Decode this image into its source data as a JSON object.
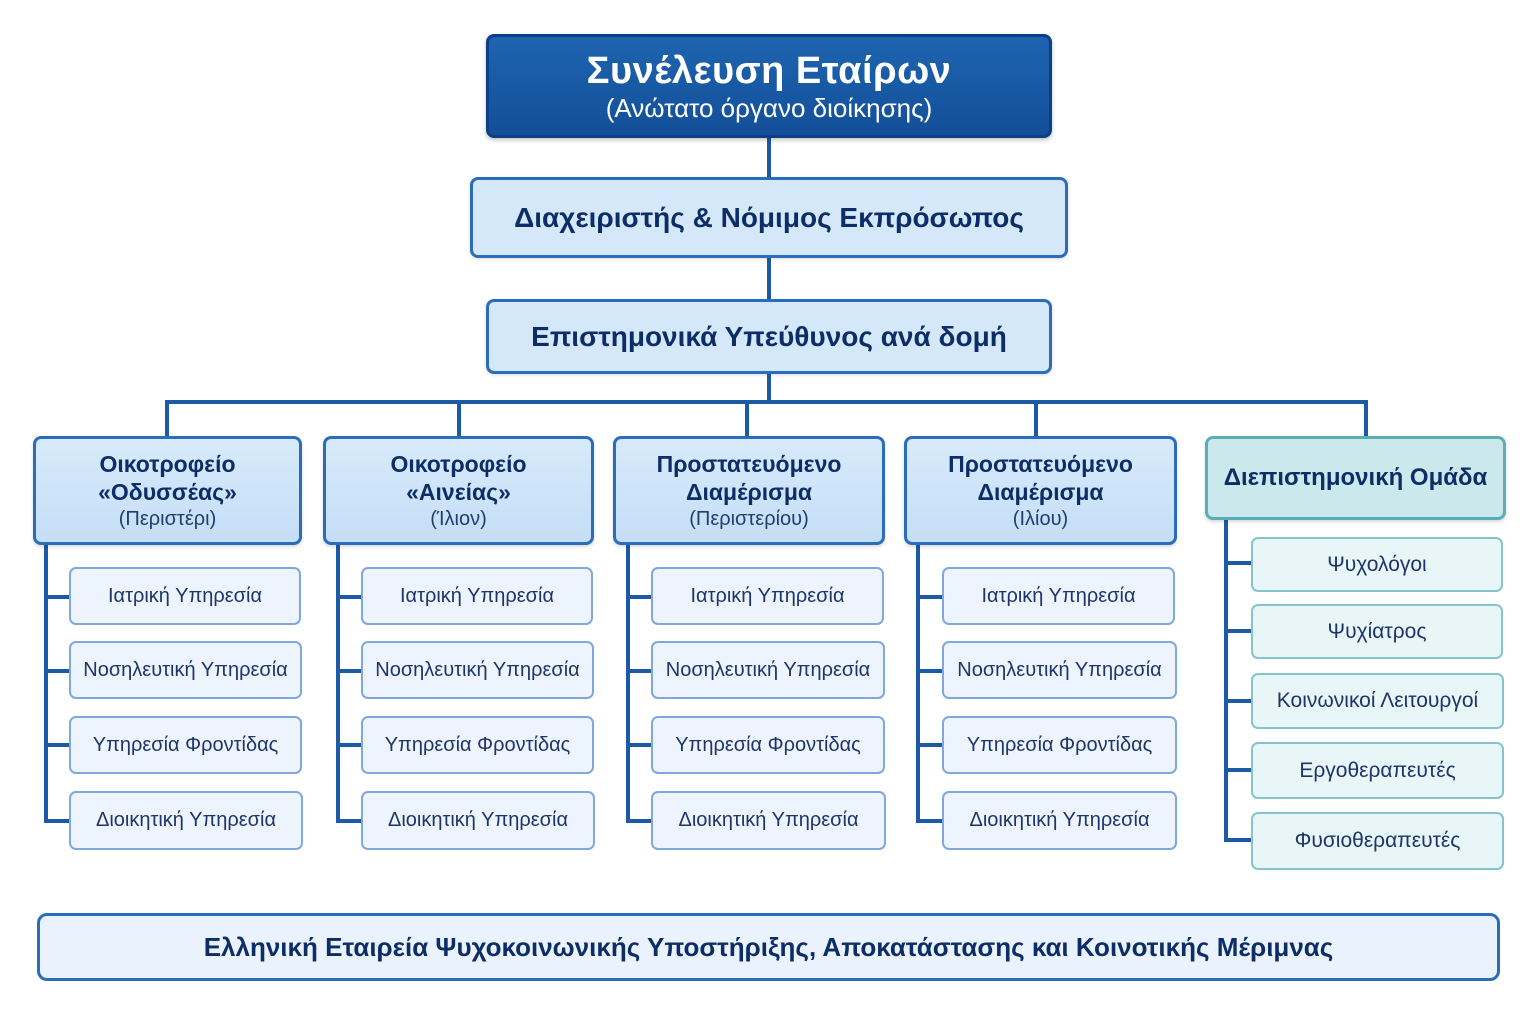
{
  "top": {
    "title": "Συνέλευση Εταίρων",
    "subtitle": "(Ανώτατο όργανο διοίκησης)"
  },
  "manager": "Διαχειριστής & Νόμιμος Εκπρόσωπος",
  "scientific": "Επιστημονικά Υπεύθυνος ανά δομή",
  "departments": [
    {
      "line1": "Οικοτροφείο",
      "line2": "«Οδυσσέας»",
      "location": "(Περιστέρι)",
      "services": [
        "Ιατρική Υπηρεσία",
        "Νοσηλευτική Υπηρεσία",
        "Υπηρεσία Φροντίδας",
        "Διοικητική Υπηρεσία"
      ]
    },
    {
      "line1": "Οικοτροφείο",
      "line2": "«Αινείας»",
      "location": "(Ίλιον)",
      "services": [
        "Ιατρική Υπηρεσία",
        "Νοσηλευτική Υπηρεσία",
        "Υπηρεσία Φροντίδας",
        "Διοικητική Υπηρεσία"
      ]
    },
    {
      "line1": "Προστατευόμενο",
      "line2": "Διαμέρισμα",
      "location": "(Περιστερίου)",
      "services": [
        "Ιατρική Υπηρεσία",
        "Νοσηλευτική Υπηρεσία",
        "Υπηρεσία Φροντίδας",
        "Διοικητική Υπηρεσία"
      ]
    },
    {
      "line1": "Προστατευόμενο",
      "line2": "Διαμέρισμα",
      "location": "(Ιλίου)",
      "services": [
        "Ιατρική Υπηρεσία",
        "Νοσηλευτική Υπηρεσία",
        "Υπηρεσία Φροντίδας",
        "Διοικητική Υπηρεσία"
      ]
    }
  ],
  "team": {
    "title": "Διεπιστημονική Ομάδα",
    "members": [
      "Ψυχολόγοι",
      "Ψυχίατρος",
      "Κοινωνικοί Λειτουργοί",
      "Εργοθεραπευτές",
      "Φυσιοθεραπευτές"
    ]
  },
  "footer": "Ελληνική Εταιρεία Ψυχοκοινωνικής Υποστήριξης, Αποκατάστασης και Κοινοτικής Μέριμνας",
  "colors": {
    "top_fill": "#1a5aa6",
    "box_fill": "#d4e8fa",
    "box_border": "#2c6dbb",
    "team_fill": "#cbe9ec",
    "team_border": "#5aaeb6",
    "connector": "#1c5aa6"
  }
}
